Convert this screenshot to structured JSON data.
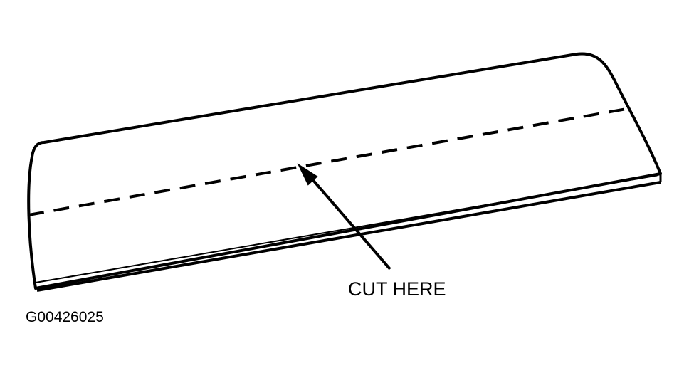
{
  "callout": {
    "label": "CUT HERE"
  },
  "figure": {
    "id": "G00426025"
  },
  "colors": {
    "ink": "#000000",
    "background": "#ffffff"
  },
  "marks": {
    "cut_line_style": "dashed",
    "pointer_icon": "arrow-icon"
  }
}
